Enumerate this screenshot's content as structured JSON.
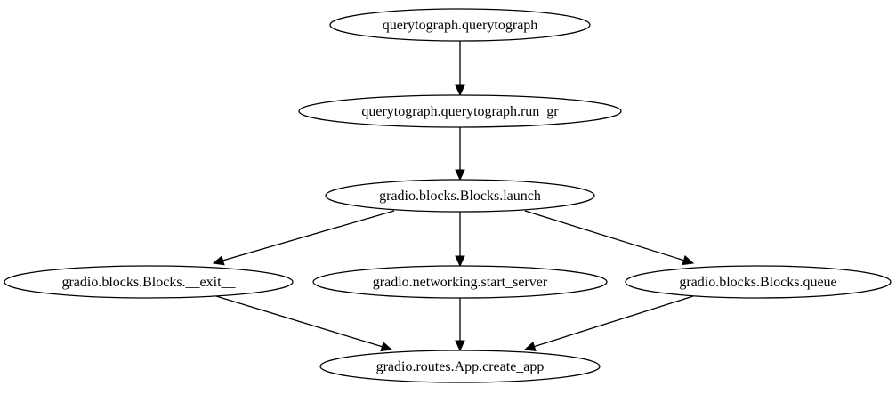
{
  "graph": {
    "nodes": [
      {
        "id": "n1",
        "label": "querytograph.querytograph"
      },
      {
        "id": "n2",
        "label": "querytograph.querytograph.run_gr"
      },
      {
        "id": "n3",
        "label": "gradio.blocks.Blocks.launch"
      },
      {
        "id": "n4",
        "label": "gradio.blocks.Blocks.__exit__"
      },
      {
        "id": "n5",
        "label": "gradio.networking.start_server"
      },
      {
        "id": "n6",
        "label": "gradio.blocks.Blocks.queue"
      },
      {
        "id": "n7",
        "label": "gradio.routes.App.create_app"
      }
    ],
    "edges": [
      {
        "from": "n1",
        "to": "n2"
      },
      {
        "from": "n2",
        "to": "n3"
      },
      {
        "from": "n3",
        "to": "n4"
      },
      {
        "from": "n3",
        "to": "n5"
      },
      {
        "from": "n3",
        "to": "n6"
      },
      {
        "from": "n4",
        "to": "n7"
      },
      {
        "from": "n5",
        "to": "n7"
      },
      {
        "from": "n6",
        "to": "n7"
      }
    ]
  }
}
